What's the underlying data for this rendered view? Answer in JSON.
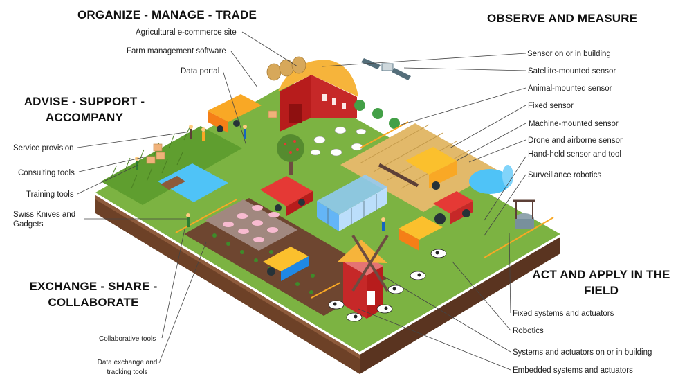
{
  "headings": {
    "organize": "ORGANIZE - MANAGE - TRADE",
    "observe": "OBSERVE AND MEASURE",
    "advise_line1": "ADVISE - SUPPORT -",
    "advise_line2": "ACCOMPANY",
    "exchange_line1": "EXCHANGE - SHARE -",
    "exchange_line2": "COLLABORATE",
    "act_line1": "ACT AND APPLY IN THE",
    "act_line2": "FIELD"
  },
  "labels": {
    "ecommerce": "Agricultural e-commerce site",
    "farm_software": "Farm management software",
    "data_portal": "Data portal",
    "service_provision": "Service provision",
    "consulting_tools": "Consulting tools",
    "training_tools": "Training tools",
    "swiss_knives_line1": "Swiss Knives and",
    "swiss_knives_line2": "Gadgets",
    "collaborative_tools": "Collaborative tools",
    "data_exchange_line1": "Data exchange and",
    "data_exchange_line2": "tracking tools",
    "sensor_building": "Sensor on or in building",
    "satellite_sensor": "Satellite-mounted sensor",
    "animal_sensor": "Animal-mounted sensor",
    "fixed_sensor": "Fixed sensor",
    "machine_sensor": "Machine-mounted sensor",
    "drone_sensor": "Drone and airborne sensor",
    "handheld_sensor": "Hand-held sensor and tool",
    "surveillance_robotics": "Surveillance robotics",
    "fixed_systems": "Fixed systems and actuators",
    "robotics": "Robotics",
    "systems_building": "Systems and actuators on or in building",
    "embedded_systems": "Embedded systems and actuators"
  },
  "colors": {
    "grass": "#7cb342",
    "soil": "#8d5a3b",
    "barn_red": "#c62828",
    "barn_roof": "#f6b43b",
    "water": "#4fc3f7",
    "field_gold": "#e2b96a"
  }
}
